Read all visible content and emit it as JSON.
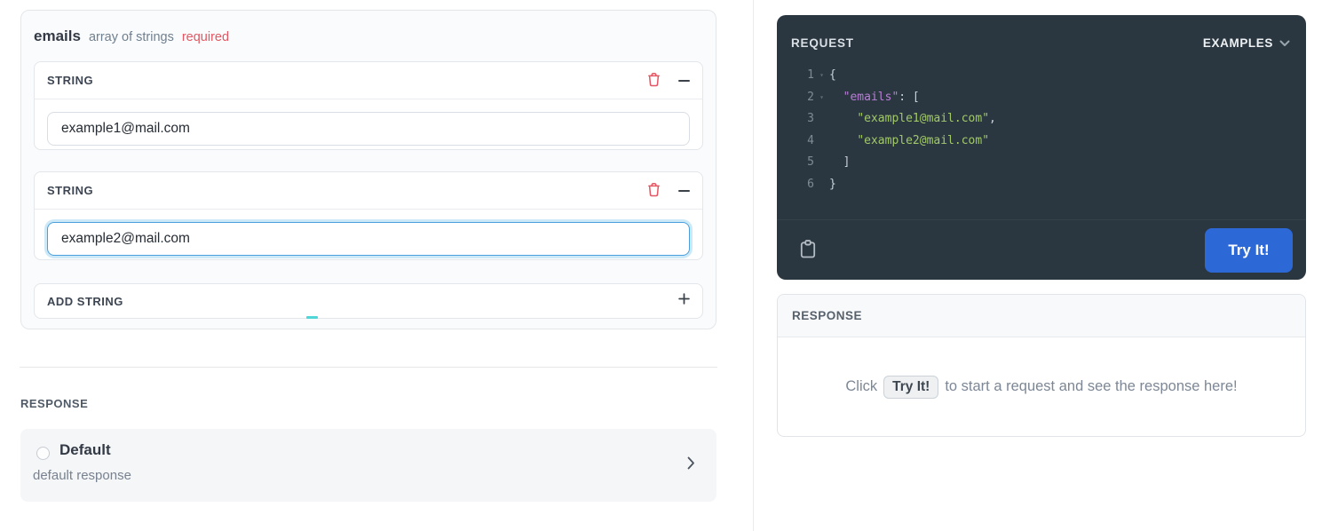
{
  "param_editor": {
    "field": {
      "name": "emails",
      "type": "array of strings",
      "required": "required"
    },
    "items": [
      {
        "label": "STRING",
        "value": "example1@mail.com",
        "focused": false
      },
      {
        "label": "STRING",
        "value": "example2@mail.com",
        "focused": true
      }
    ],
    "add_item": {
      "label": "ADD STRING"
    }
  },
  "left_response_section": {
    "label": "RESPONSE",
    "options": [
      {
        "title": "Default",
        "description": "default response"
      }
    ]
  },
  "request": {
    "title": "REQUEST",
    "examples_label": "EXAMPLES",
    "try_button": "Try It!",
    "code": {
      "lines": [
        {
          "num": "1",
          "fold": "▾",
          "punct": "{"
        },
        {
          "num": "2",
          "fold": "▾",
          "indent": "  ",
          "key": "\"emails\"",
          "punct": ": ["
        },
        {
          "num": "3",
          "indent": "    ",
          "string": "\"example1@mail.com\"",
          "punct": ","
        },
        {
          "num": "4",
          "indent": "    ",
          "string": "\"example2@mail.com\""
        },
        {
          "num": "5",
          "indent": "  ",
          "punct": "]"
        },
        {
          "num": "6",
          "punct": "}"
        }
      ]
    }
  },
  "response_viewer": {
    "title": "RESPONSE",
    "placeholder": {
      "prefix": "Click",
      "kbd": "Try It!",
      "suffix": "to start a request and see the response here!"
    }
  },
  "icons": {
    "delete": "trash-icon",
    "collapse": "minus-icon",
    "add": "plus-icon",
    "copy": "clipboard-icon",
    "examples_dropdown": "chevron-down-icon",
    "response_expand": "chevron-right-icon",
    "response_option": "radio-circle-icon"
  },
  "colors": {
    "accent_blue": "#2c68d6",
    "danger_red": "#e25763",
    "focus_blue": "#4aa0dc",
    "panel_dark": "#2b3740",
    "code_key": "#b77fd4",
    "code_string": "#a1c96a",
    "teal_indicator": "#4fd6d6"
  }
}
